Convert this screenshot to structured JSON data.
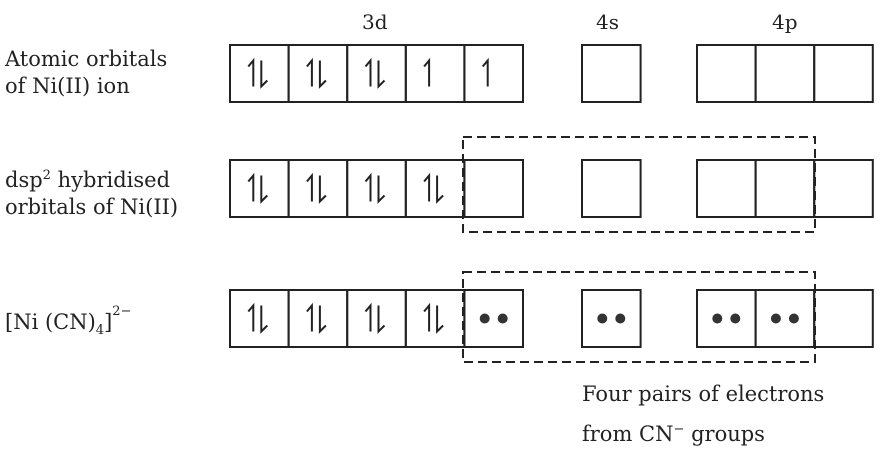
{
  "headers": {
    "d": "3d",
    "s": "4s",
    "p": "4p"
  },
  "rows": [
    {
      "label_line1": "Atomic orbitals",
      "label_line2": "of Ni(II) ion",
      "d": [
        "pair",
        "pair",
        "pair",
        "up",
        "up"
      ],
      "s": [
        "empty"
      ],
      "p": [
        "empty",
        "empty",
        "empty"
      ],
      "hybrid_box": false
    },
    {
      "label_line1_pre": "dsp",
      "label_line1_sup": "2",
      "label_line1_post": " hybridised",
      "label_line2": "orbitals of Ni(II)",
      "d": [
        "pair",
        "pair",
        "pair",
        "pair",
        "empty"
      ],
      "s": [
        "empty"
      ],
      "p": [
        "empty",
        "empty",
        "empty"
      ],
      "hybrid_box": true
    },
    {
      "label_pre": "[Ni (CN)",
      "label_sub": "4",
      "label_post": "]",
      "label_sup": "2−",
      "d": [
        "pair",
        "pair",
        "pair",
        "pair",
        "dots"
      ],
      "s": [
        "dots"
      ],
      "p": [
        "dots",
        "dots",
        "empty"
      ],
      "hybrid_box": true
    }
  ],
  "caption_line1": "Four pairs of electrons",
  "caption_pre": "from CN",
  "caption_sup": "−",
  "caption_post": " groups"
}
